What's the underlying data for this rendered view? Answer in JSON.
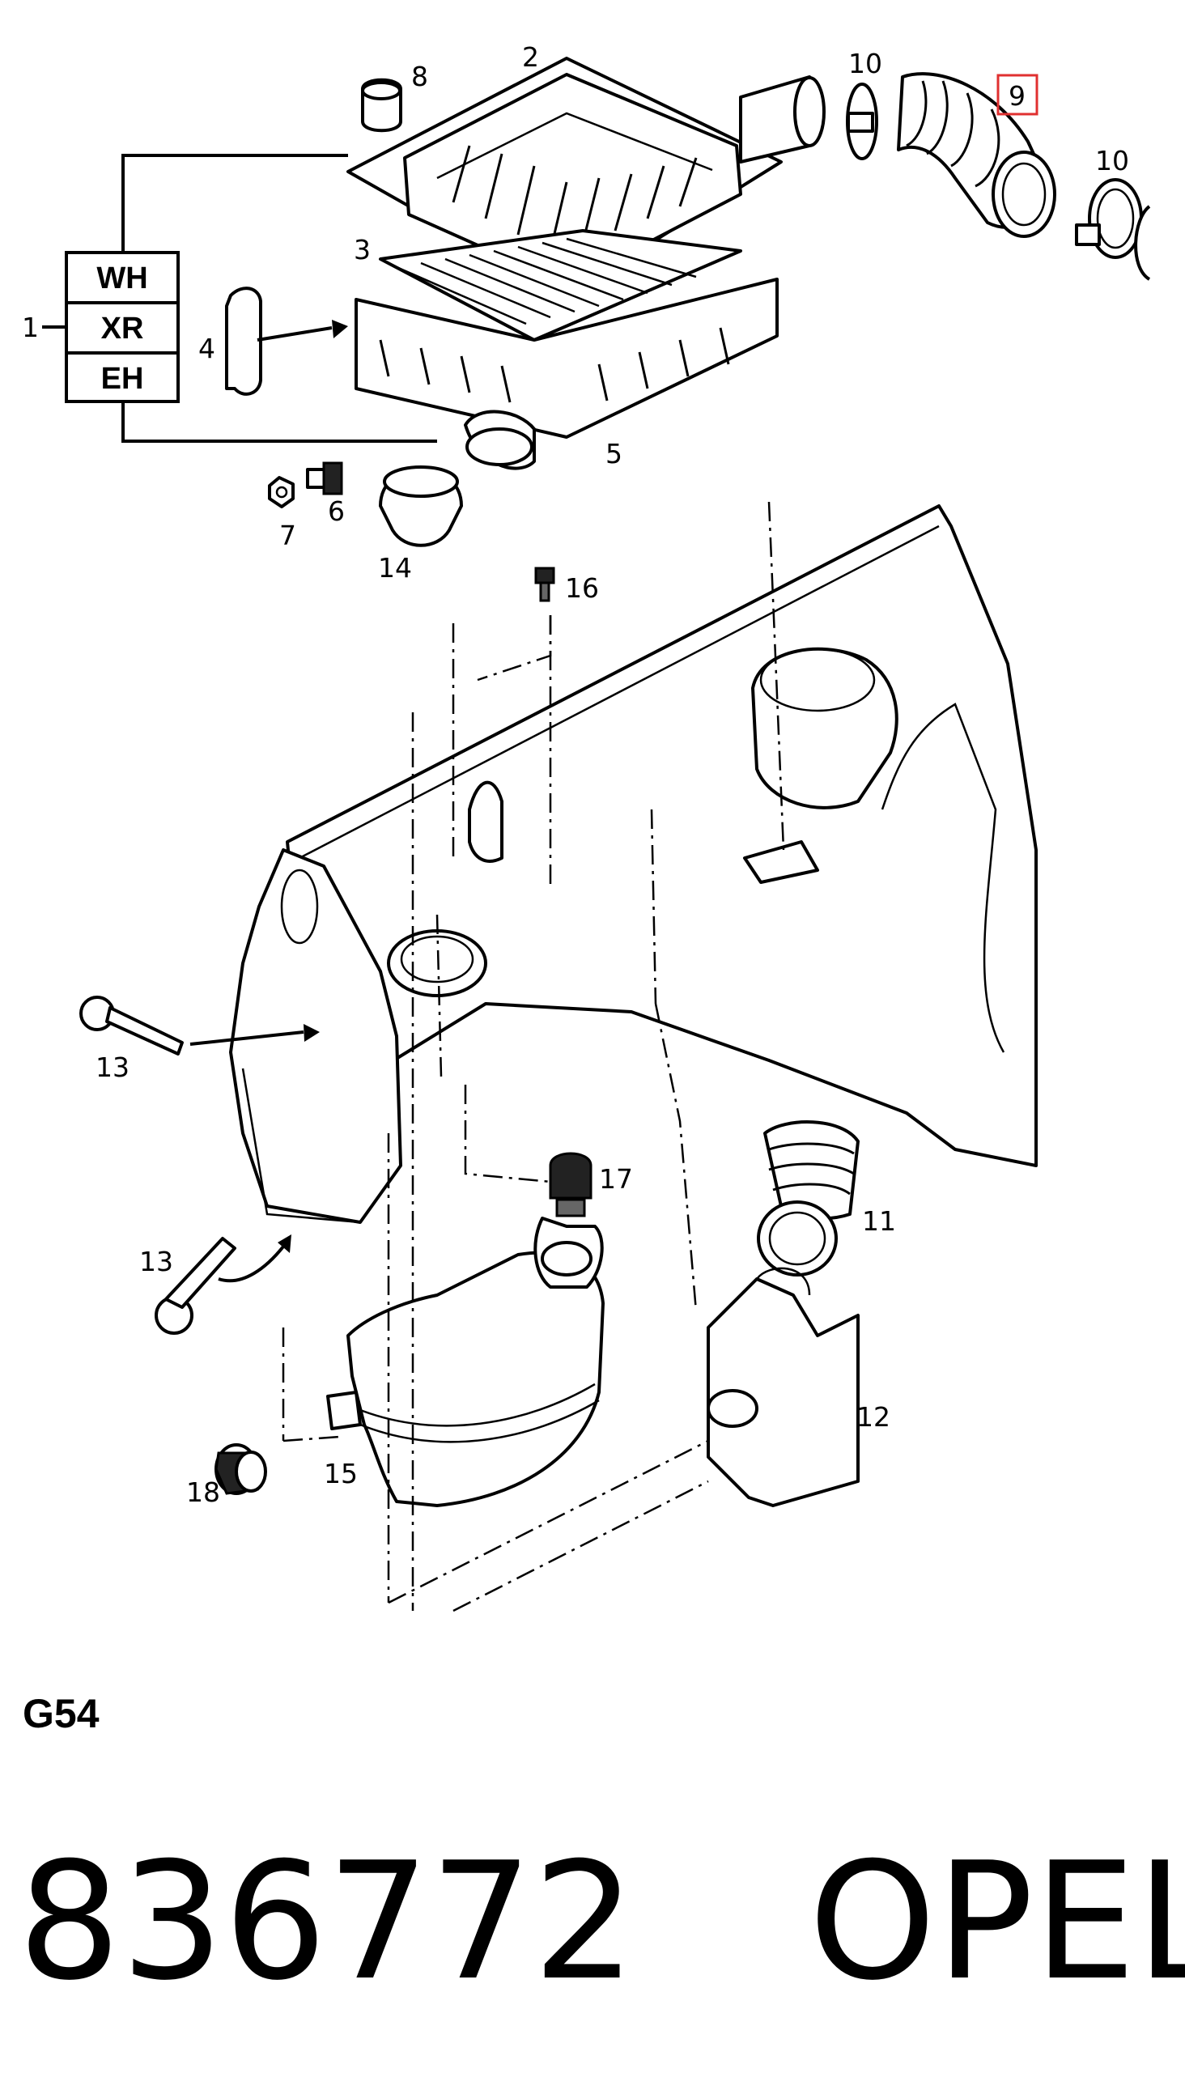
{
  "diagram": {
    "callouts": {
      "c1": "1",
      "c2": "2",
      "c3": "3",
      "c4": "4",
      "c5": "5",
      "c6": "6",
      "c7": "7",
      "c8": "8",
      "c9": "9",
      "c10a": "10",
      "c10b": "10",
      "c11": "11",
      "c12": "12",
      "c13a": "13",
      "c13b": "13",
      "c14": "14",
      "c15": "15",
      "c16": "16",
      "c17": "17",
      "c18": "18"
    },
    "variant_box": [
      "WH",
      "XR",
      "EH"
    ],
    "highlight_color": "#e03030"
  },
  "figure_code": "G54",
  "footer": {
    "part_number": "836772",
    "brand": "OPEL"
  }
}
